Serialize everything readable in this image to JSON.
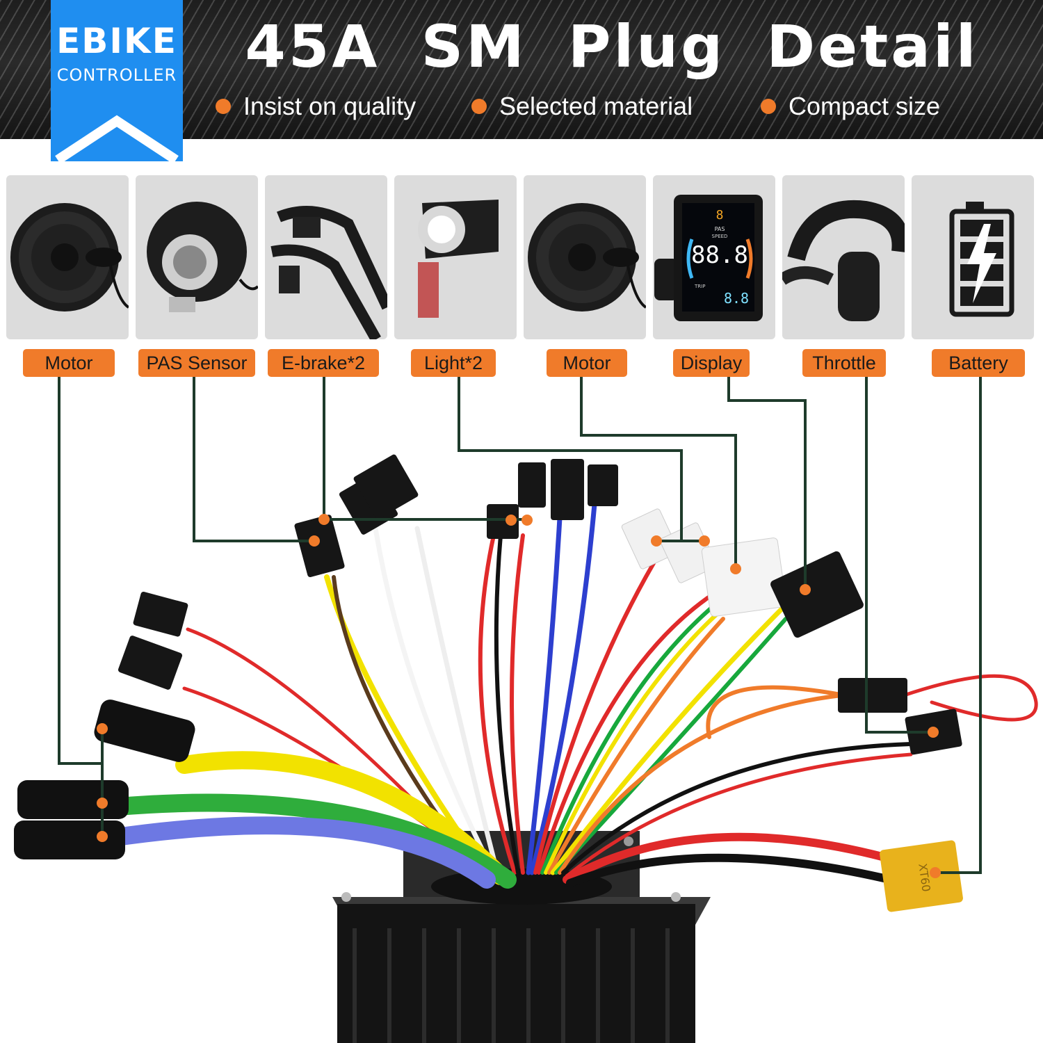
{
  "logo": {
    "brand": "EBIKE",
    "sub": "CONTROLLER"
  },
  "header": {
    "title": "45A  SM  Plug  Detail"
  },
  "features": [
    "Insist on quality",
    "Selected material",
    "Compact size"
  ],
  "components": [
    {
      "label": "Motor",
      "icon": "hub-motor-icon"
    },
    {
      "label": "PAS Sensor",
      "icon": "pas-sensor-icon"
    },
    {
      "label": "E-brake*2",
      "icon": "brake-lever-icon"
    },
    {
      "label": "Light*2",
      "icon": "headlight-icon"
    },
    {
      "label": "Motor",
      "icon": "hub-motor-icon"
    },
    {
      "label": "Display",
      "icon": "lcd-display-icon"
    },
    {
      "label": "Throttle",
      "icon": "thumb-throttle-icon"
    },
    {
      "label": "Battery",
      "icon": "battery-icon"
    }
  ],
  "display_screen": {
    "pas": "8",
    "speed_caption": "SPEED",
    "speed": "88.8",
    "trip_caption": "TRIP",
    "trip": "8.8"
  },
  "connector_text": "XT60",
  "colors": {
    "accent": "#f07b2a",
    "logo_blue": "#1f8ef0",
    "wire_line": "#1e3b2b"
  }
}
